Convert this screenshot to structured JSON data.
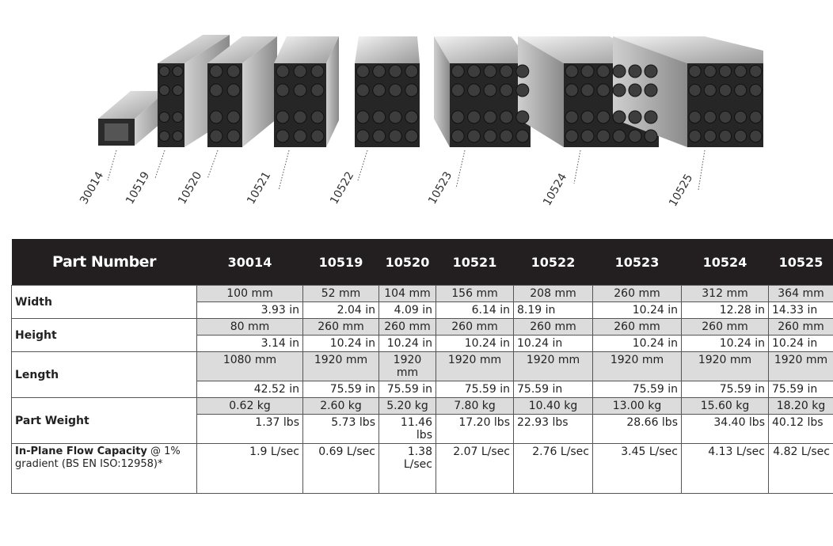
{
  "parts": [
    "30014",
    "10519",
    "10520",
    "10521",
    "10522",
    "10523",
    "10524",
    "10525"
  ],
  "table": {
    "header_label": "Part Number",
    "rows": {
      "width_label": "Width",
      "width_mm": [
        "100 mm",
        "52 mm",
        "104 mm",
        "156 mm",
        "208 mm",
        "260 mm",
        "312 mm",
        "364 mm"
      ],
      "width_in": [
        "3.93 in",
        "2.04 in",
        "4.09 in",
        "6.14 in",
        "8.19 in",
        "10.24 in",
        "12.28 in",
        "14.33 in"
      ],
      "height_label": "Height",
      "height_mm": [
        "80 mm",
        "260 mm",
        "260 mm",
        "260 mm",
        "260 mm",
        "260 mm",
        "260 mm",
        "260 mm"
      ],
      "height_in": [
        "3.14 in",
        "10.24 in",
        "10.24 in",
        "10.24 in",
        "10.24 in",
        "10.24 in",
        "10.24 in",
        "10.24 in"
      ],
      "length_label": "Length",
      "length_mm": [
        "1080 mm",
        "1920 mm",
        "1920 mm",
        "1920 mm",
        "1920 mm",
        "1920 mm",
        "1920 mm",
        "1920 mm"
      ],
      "length_in": [
        "42.52 in",
        "75.59 in",
        "75.59 in",
        "75.59 in",
        "75.59 in",
        "75.59 in",
        "75.59 in",
        "75.59 in"
      ],
      "weight_label": "Part Weight",
      "weight_kg": [
        "0.62 kg",
        "2.60 kg",
        "5.20 kg",
        "7.80 kg",
        "10.40 kg",
        "13.00 kg",
        "15.60 kg",
        "18.20 kg"
      ],
      "weight_lbs": [
        "1.37 lbs",
        "5.73 lbs",
        "11.46 lbs",
        "17.20 lbs",
        "22.93 lbs",
        "28.66 lbs",
        "34.40 lbs",
        "40.12 lbs"
      ],
      "flow_label_bold": "In-Plane Flow Capacity",
      "flow_label_rest": " @ 1%  gradient (BS EN ISO:12958)*",
      "flow": [
        "1.9 L/sec",
        "0.69 L/sec",
        "1.38 L/sec",
        "2.07 L/sec",
        "2.76 L/sec",
        "3.45 L/sec",
        "4.13 L/sec",
        "4.82 L/sec"
      ]
    }
  }
}
